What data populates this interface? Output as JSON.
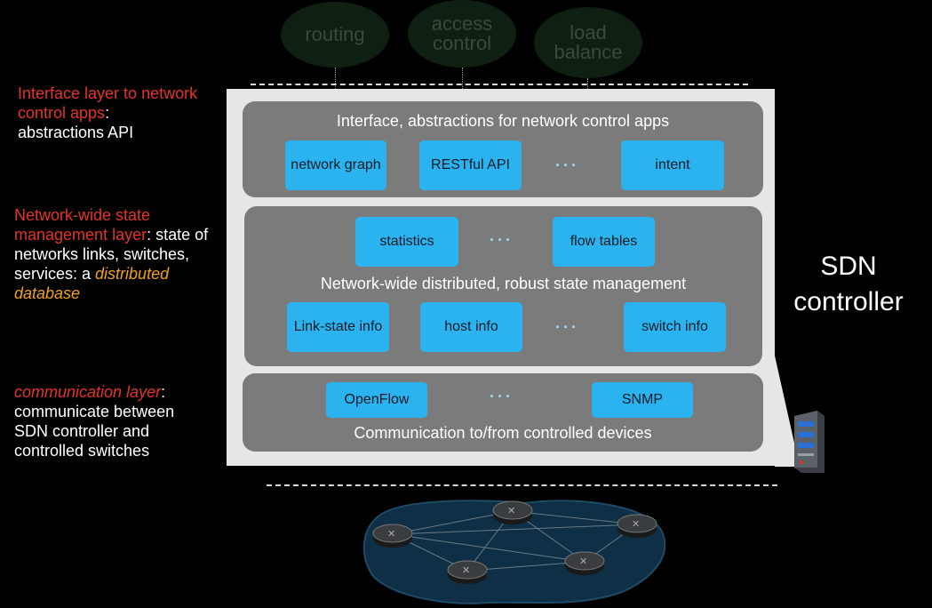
{
  "apps": [
    {
      "label_line1": "routing",
      "label_line2": ""
    },
    {
      "label_line1": "access",
      "label_line2": "control"
    },
    {
      "label_line1": "load",
      "label_line2": "balance"
    }
  ],
  "left_notes": {
    "interface": {
      "red": "Interface layer to network control apps",
      "suffix": ":",
      "white": "abstractions API"
    },
    "state": {
      "red": "Network-wide state management layer",
      "suffix": ":",
      "white": "state of networks links, switches, services: a",
      "orange": "distributed database"
    },
    "comm": {
      "red": "communication layer",
      "suffix": ":",
      "white": "communicate between SDN controller and controlled switches"
    }
  },
  "sdn_label": {
    "line1": "SDN",
    "line2": "controller"
  },
  "layers": {
    "interface": {
      "title": "Interface, abstractions for network control apps",
      "chips": [
        "network graph",
        "RESTful API",
        "intent"
      ],
      "dots": "···"
    },
    "state": {
      "title": "Network-wide distributed, robust  state management",
      "top_chips": [
        "statistics",
        "flow tables"
      ],
      "bottom_chips": [
        "Link-state info",
        "host info",
        "switch info"
      ],
      "dots": "···"
    },
    "comm": {
      "title": "Communication to/from controlled devices",
      "chips": [
        "OpenFlow",
        "SNMP"
      ],
      "dots": "···"
    }
  },
  "colors": {
    "chip": "#2bb3ef",
    "layer": "#7b7b7b",
    "panel": "#e6e6e6",
    "red": "#e5332a",
    "orange": "#f2a31b"
  },
  "icons": [
    "server-icon",
    "switch-icon",
    "network-cloud-icon"
  ]
}
